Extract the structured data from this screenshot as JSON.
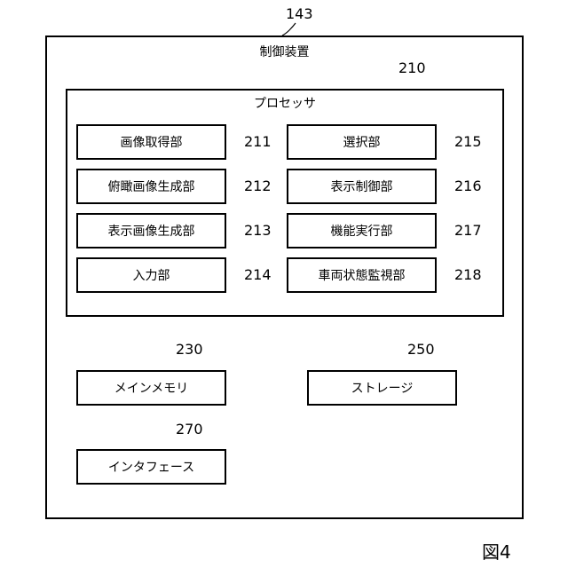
{
  "device": {
    "ref": "143",
    "title": "制御装置"
  },
  "processor": {
    "ref": "210",
    "title": "プロセッサ",
    "units_left": [
      {
        "label": "画像取得部",
        "ref": "211"
      },
      {
        "label": "俯瞰画像生成部",
        "ref": "212"
      },
      {
        "label": "表示画像生成部",
        "ref": "213"
      },
      {
        "label": "入力部",
        "ref": "214"
      }
    ],
    "units_right": [
      {
        "label": "選択部",
        "ref": "215"
      },
      {
        "label": "表示制御部",
        "ref": "216"
      },
      {
        "label": "機能実行部",
        "ref": "217"
      },
      {
        "label": "車両状態監視部",
        "ref": "218"
      }
    ]
  },
  "main_memory": {
    "label": "メインメモリ",
    "ref": "230"
  },
  "storage": {
    "label": "ストレージ",
    "ref": "250"
  },
  "interface": {
    "label": "インタフェース",
    "ref": "270"
  },
  "figure_label": "図4"
}
